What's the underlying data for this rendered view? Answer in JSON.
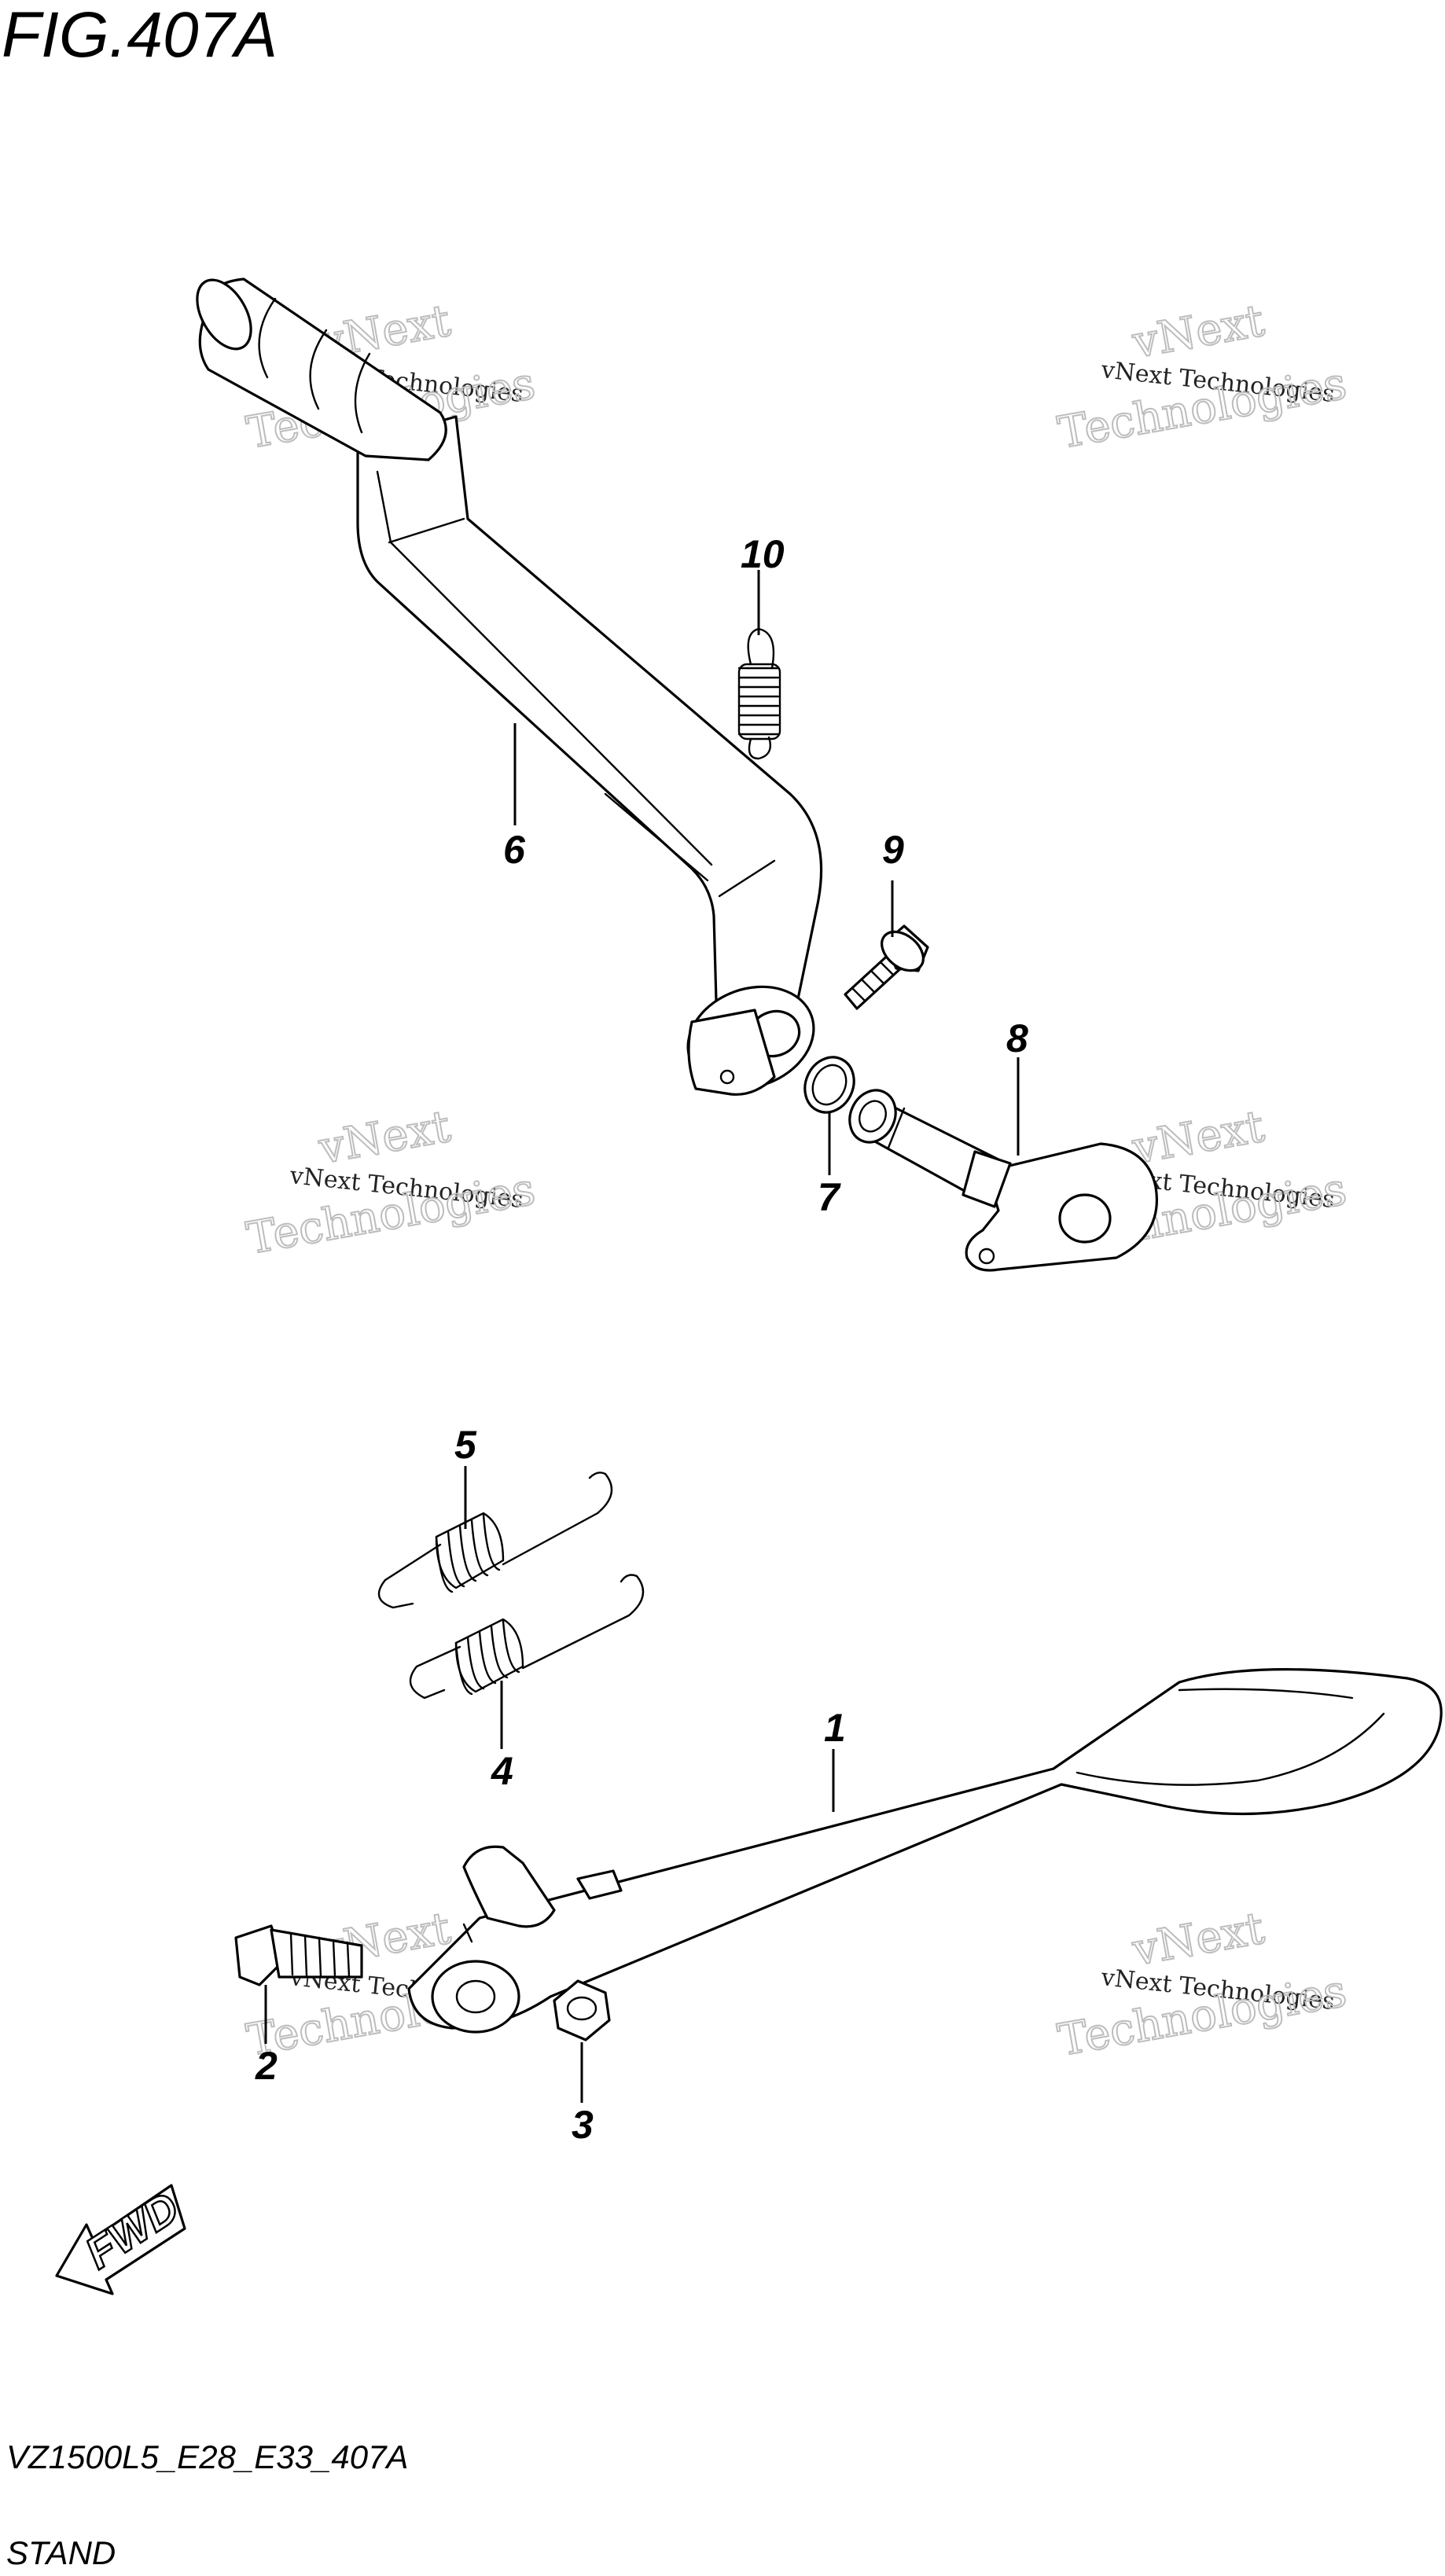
{
  "figure": {
    "title": "FIG.407A",
    "model_code": "VZ1500L5_E28_E33_407A",
    "section_name": "STAND"
  },
  "direction_indicator": {
    "label": "FWD"
  },
  "watermark": {
    "line1": "vNext",
    "line2": "vNext Technologies",
    "line3": "Technologies"
  },
  "parts": [
    {
      "callout": "1",
      "part": "side stand"
    },
    {
      "callout": "2",
      "part": "stand bolt"
    },
    {
      "callout": "3",
      "part": "nut"
    },
    {
      "callout": "4",
      "part": "stand spring (inner)"
    },
    {
      "callout": "5",
      "part": "stand spring (outer)"
    },
    {
      "callout": "6",
      "part": "gearshift lever"
    },
    {
      "callout": "7",
      "part": "washer"
    },
    {
      "callout": "8",
      "part": "shaft with bracket"
    },
    {
      "callout": "9",
      "part": "bolt"
    },
    {
      "callout": "10",
      "part": "spring"
    }
  ],
  "colors": {
    "line": "#000000",
    "background": "#ffffff",
    "watermark": "#bdbdbd"
  }
}
